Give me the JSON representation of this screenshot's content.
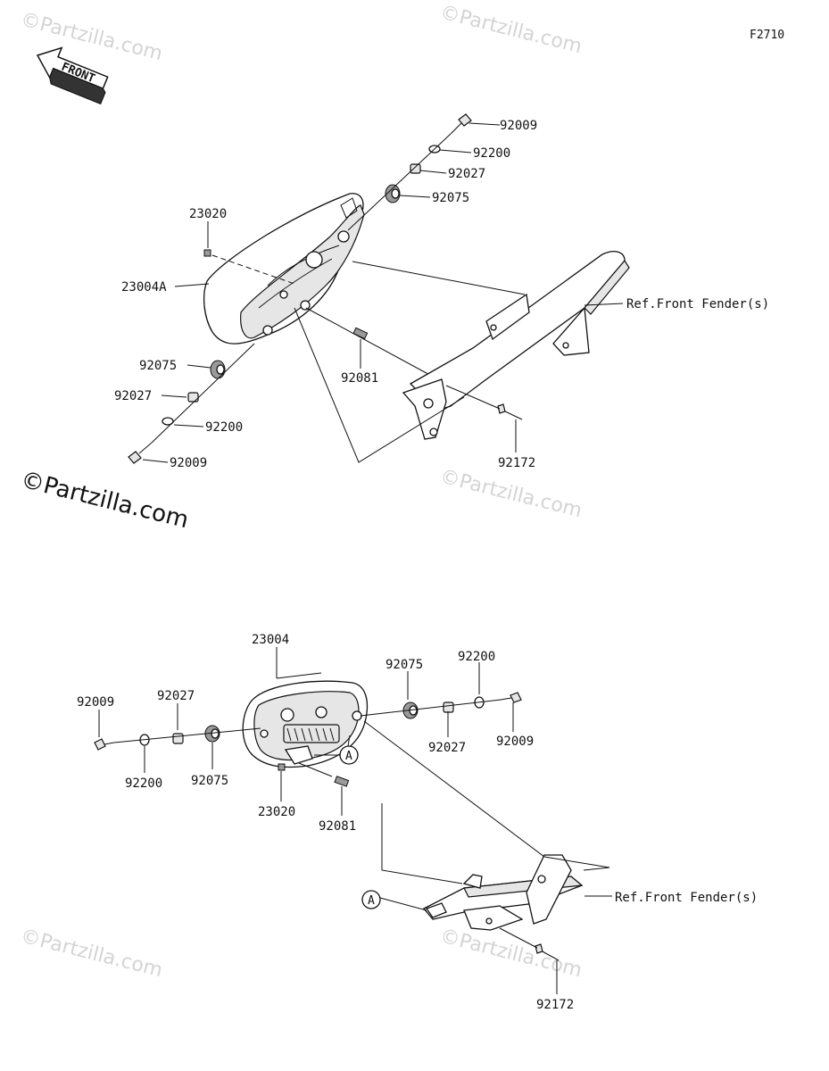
{
  "figure_code": "F2710",
  "front_arrow_label": "FRONT",
  "watermark_text": "©Partzilla.com",
  "upper_assembly": {
    "labels": {
      "bolt_top": "92009",
      "washer_top": "92200",
      "collar_top": "92027",
      "damper_top": "92075",
      "clip": "23020",
      "headlamp": "23004A",
      "damper_bottom": "92075",
      "collar_bottom": "92027",
      "washer_bottom": "92200",
      "bolt_bottom": "92009",
      "spring_nut": "92081",
      "screw": "92172",
      "ref_fender": "Ref.Front Fender(s)"
    }
  },
  "lower_assembly": {
    "labels": {
      "headlamp": "23004",
      "damper_right": "92075",
      "washer_right": "92200",
      "bolt_left": "92009",
      "collar_left": "92027",
      "collar_right": "92027",
      "bolt_right": "92009",
      "washer_left": "92200",
      "damper_left": "92075",
      "clip": "23020",
      "spring_nut": "92081",
      "callout_a_1": "A",
      "callout_a_2": "A",
      "ref_fender": "Ref.Front Fender(s)",
      "screw": "92172"
    }
  }
}
